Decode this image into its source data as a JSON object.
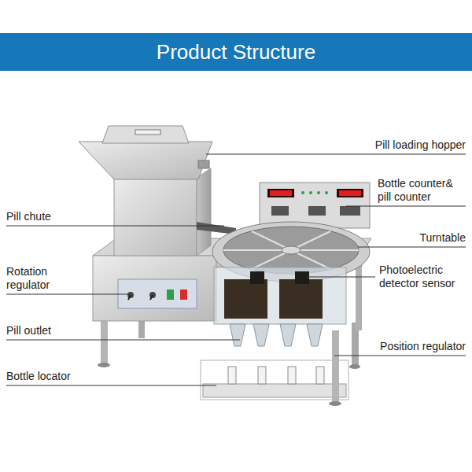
{
  "diagram": {
    "title": "Product Structure",
    "labels": [
      "Pill loading hopper",
      "Bottle counter& pill counter",
      "Pill chute",
      "Turntable",
      "Rotation regulator",
      "Photoelectric detector sensor",
      "Pill outlet",
      "Position regulator",
      "Bottle locator"
    ]
  }
}
